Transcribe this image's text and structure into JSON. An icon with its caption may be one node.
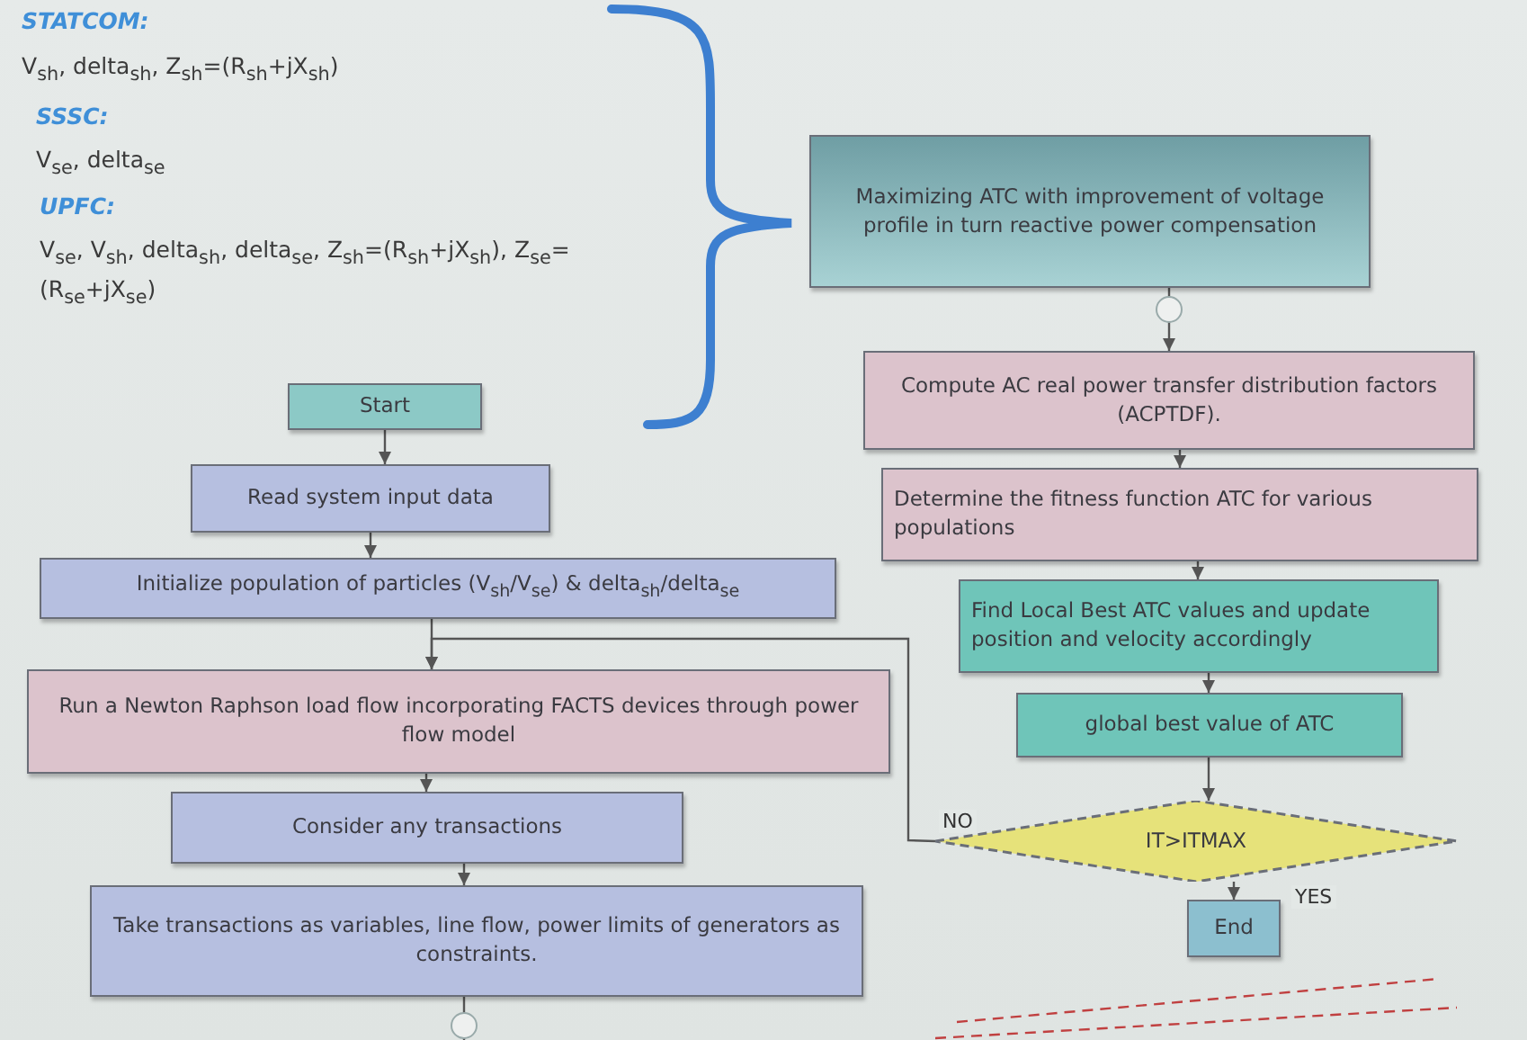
{
  "diagram": {
    "nodes": [
      {
        "text": [
          "Start"
        ]
      },
      {
        "text": [
          "Read system input data"
        ]
      },
      {
        "text": [
          "Initialize population of particles (V$_{sh}$/V$_{se}$) & delta$_{sh}$/delta$_{se}$"
        ]
      },
      {
        "text": [
          "Run a Newton Raphson load flow incorporating FACTS devices through power flow model"
        ]
      },
      {
        "text": [
          "Consider any transactions"
        ]
      },
      {
        "text": [
          "Take transactions as variables, line flow, power limits of generators as constraints."
        ]
      },
      {
        "text": [
          "Maximizing ATC with improvement of voltage profile in turn reactive power compensation"
        ]
      },
      {
        "text": [
          "Compute AC real power transfer distribution factors (ACPTDF)."
        ]
      },
      {
        "text": [
          "Determine the fitness function ATC for various populations"
        ]
      },
      {
        "text": [
          "Find Local Best ATC values and update position and velocity accordingly"
        ]
      },
      {
        "text": [
          "global best value of ATC"
        ]
      },
      {
        "text": [
          "IT>ITMAX"
        ]
      },
      {
        "text": [
          "End"
        ]
      }
    ],
    "edges": [
      {
        "from": 0,
        "to": 1,
        "arrow": "to"
      },
      {
        "from": 1,
        "to": 2,
        "arrow": "to"
      },
      {
        "from": 2,
        "to": 3,
        "arrow": "to"
      },
      {
        "from": 3,
        "to": 4,
        "arrow": "to"
      },
      {
        "from": 4,
        "to": 5,
        "arrow": "to"
      },
      {
        "from": 5,
        "to": null,
        "arrow": "none"
      },
      {
        "from": 6,
        "to": 7,
        "arrow": "to"
      },
      {
        "from": 7,
        "to": 8,
        "arrow": "to"
      },
      {
        "from": 8,
        "to": 9,
        "arrow": "to"
      },
      {
        "from": 9,
        "to": 10,
        "arrow": "to"
      },
      {
        "from": 10,
        "to": 11,
        "arrow": "to"
      },
      {
        "from": 11,
        "to": 12,
        "label": "YES",
        "arrow": "to"
      },
      {
        "from": 11,
        "to": 3,
        "label": "NO",
        "arrow": "to"
      }
    ],
    "labels": [
      "STATCOM:",
      "V$_{sh}$, delta$_{sh}$, Z$_{sh}$=(R$_{sh}$+jX$_{sh}$)",
      "SSSC:",
      "V$_{se}$, delta$_{se}$",
      "UPFC:",
      "V$_{se}$, V$_{sh}$, delta$_{sh}$, delta$_{se}$, Z$_{sh}$=(R$_{sh}$+jX$_{sh}$), Z$_{se}$=(R$_{se}$+jX$_{se}$)"
    ]
  }
}
